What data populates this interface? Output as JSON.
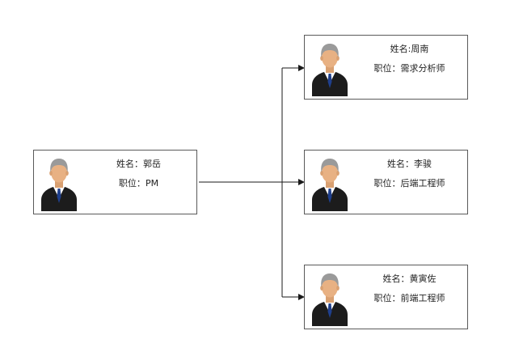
{
  "root": {
    "name_label": "姓名：",
    "name": "郭岳",
    "role_label": "职位：",
    "role": "PM"
  },
  "children": [
    {
      "name_label": "姓名:",
      "name": "周南",
      "role_label": "职位：",
      "role": "需求分析师"
    },
    {
      "name_label": "姓名：",
      "name": "李骏",
      "role_label": "职位：",
      "role": "后端工程师"
    },
    {
      "name_label": "姓名：",
      "name": "黄寅佐",
      "role_label": "职位：",
      "role": "前端工程师"
    }
  ],
  "colors": {
    "border": "#5a5a5a",
    "connector": "#1a1a1a",
    "suit": "#1c1c1c",
    "skin": "#e8b183",
    "hair": "#9a9a9a",
    "tie": "#1f3f8c"
  },
  "icons": {
    "avatar": "person-avatar-icon"
  }
}
